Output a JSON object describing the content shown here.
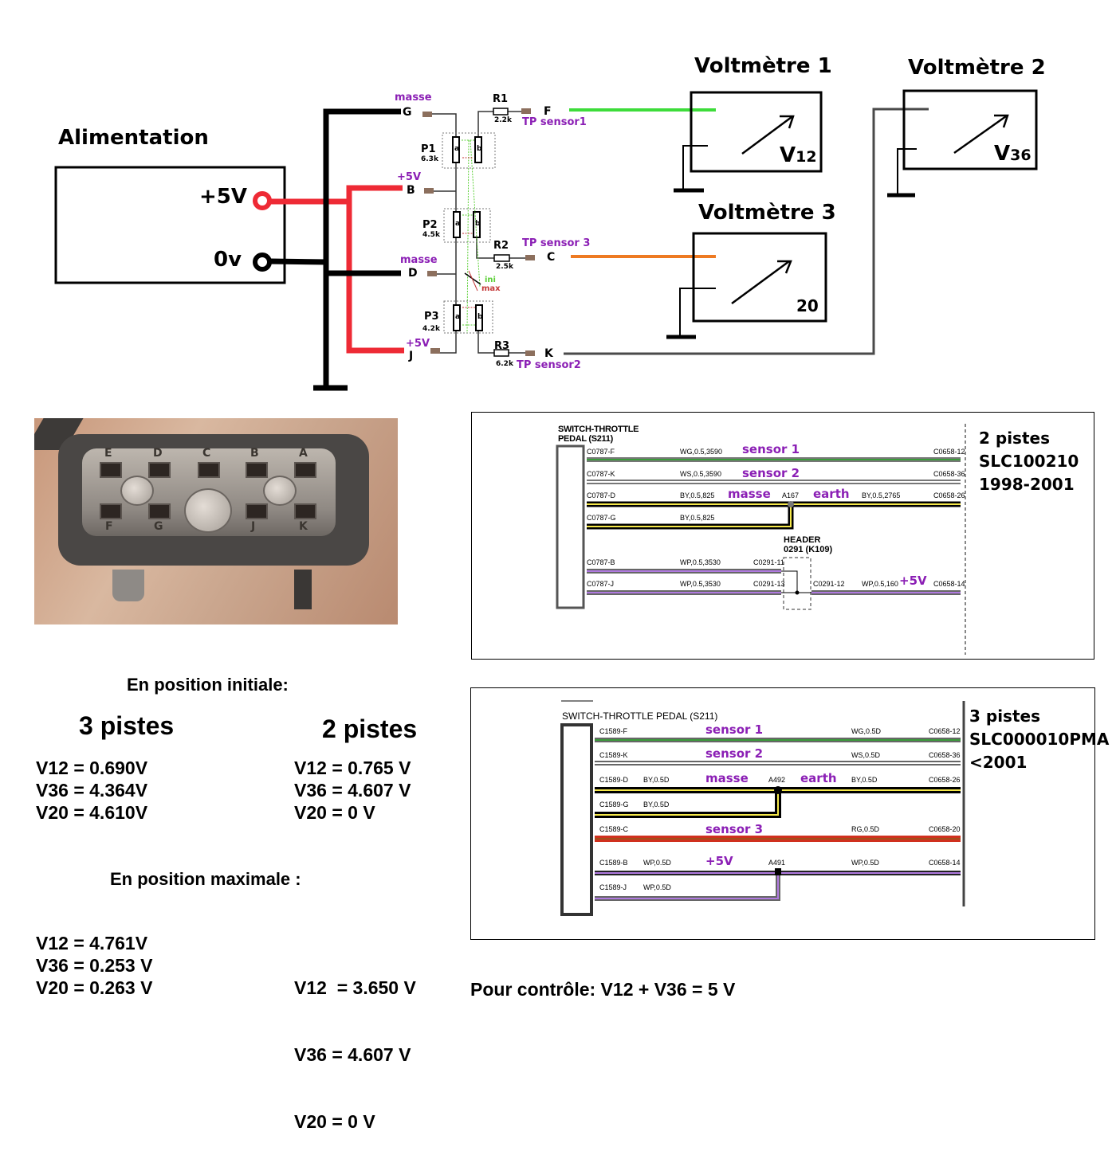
{
  "schematic": {
    "power_supply": {
      "title": "Alimentation",
      "plus_label": "+5V",
      "zero_label": "0v"
    },
    "connector_pins": [
      {
        "pin": "G",
        "tag": "masse"
      },
      {
        "pin": "B",
        "tag": "+5V"
      },
      {
        "pin": "D",
        "tag": "masse"
      },
      {
        "pin": "J",
        "tag": "+5V"
      },
      {
        "pin": "F",
        "tag": "TP sensor1"
      },
      {
        "pin": "C",
        "tag": "TP sensor 3"
      },
      {
        "pin": "K",
        "tag": "TP sensor2"
      }
    ],
    "potentiometers": [
      {
        "name": "P1",
        "value": "6.3k"
      },
      {
        "name": "P2",
        "value": "4.5k"
      },
      {
        "name": "P3",
        "value": "4.2k"
      }
    ],
    "pot_track_labels": {
      "a": "a",
      "b": "b"
    },
    "resistors": [
      {
        "name": "R1",
        "value": "2.2k"
      },
      {
        "name": "R2",
        "value": "2.5k"
      },
      {
        "name": "R3",
        "value": "6.2k"
      }
    ],
    "wiper_positions": {
      "initial": "ini",
      "maximum": "max"
    },
    "voltmeters": [
      {
        "title": "Voltmètre 1",
        "reading_label_main": "V",
        "reading_label_sub": "12",
        "wire_color": "#3ddc3a"
      },
      {
        "title": "Voltmètre 2",
        "reading_label_main": "V",
        "reading_label_sub": "36",
        "wire_color": "#4a4a4a"
      },
      {
        "title": "Voltmètre 3",
        "reading_label_main": "20",
        "reading_label_sub": "",
        "wire_color": "#ee7a22"
      }
    ],
    "colors": {
      "plus5v": "#ee2a35",
      "ground": "#000000",
      "annotation": "#8b1fb5",
      "ini": "#5ccf38",
      "max": "#c43a3a",
      "terminal": "#8c6f5d"
    }
  },
  "photo": {
    "caption": "Throttle pedal connector photo",
    "top_row_pins": [
      "E",
      "D",
      "C",
      "B",
      "A"
    ],
    "bottom_row_pins": [
      "F",
      "G",
      "J",
      "K"
    ]
  },
  "wiring_2_pistes": {
    "component": "SWITCH-THROTTLE PEDAL (S211)",
    "component_line1": "SWITCH-THROTTLE",
    "component_line2": "PEDAL (S211)",
    "note_lines": [
      "2 pistes",
      "SLC100210",
      "1998-2001"
    ],
    "wires": [
      {
        "from": "C0787-F",
        "spec": "WG,0.5,3590",
        "label": "sensor 1",
        "to": "C0658-12",
        "color": "#3a9c3a"
      },
      {
        "from": "C0787-K",
        "spec": "WS,0.5,3590",
        "label": "sensor 2",
        "to": "C0658-36",
        "color": "#d0d0d0"
      },
      {
        "from": "C0787-D",
        "spec": "BY,0.5,825",
        "label": "masse",
        "splice": "A167",
        "label2": "earth",
        "spec2": "BY,0.5,2765",
        "to": "C0658-26",
        "color": "#000000"
      },
      {
        "from": "C0787-G",
        "spec": "BY,0.5,825",
        "color": "#000000"
      },
      {
        "from": "C0787-B",
        "spec": "WP,0.5,3530",
        "to": "C0291-11",
        "color": "#a06ad0"
      },
      {
        "from": "C0787-J",
        "spec": "WP,0.5,3530",
        "to": "C0291-13",
        "color": "#a06ad0"
      },
      {
        "from": "C0291-12",
        "spec": "WP,0.5,160",
        "label": "+5V",
        "to": "C0658-14",
        "color": "#a06ad0"
      }
    ],
    "header_line1": "HEADER",
    "header_line2": "0291 (K109)"
  },
  "wiring_3_pistes": {
    "component": "SWITCH-THROTTLE PEDAL (S211)",
    "note_lines": [
      "3 pistes",
      "SLC000010PMA",
      "<2001"
    ],
    "wires": [
      {
        "from": "C1589-F",
        "label": "sensor 1",
        "spec": "WG,0.5D",
        "to": "C0658-12",
        "color": "#3a9c3a"
      },
      {
        "from": "C1589-K",
        "label": "sensor 2",
        "spec": "WS,0.5D",
        "to": "C0658-36",
        "color": "#d0d0d0"
      },
      {
        "from": "C1589-D",
        "spec_left": "BY,0.5D",
        "label": "masse",
        "splice": "A492",
        "label2": "earth",
        "spec": "BY,0.5D",
        "to": "C0658-26",
        "color": "#000000"
      },
      {
        "from": "C1589-G",
        "spec_left": "BY,0.5D",
        "color": "#000000"
      },
      {
        "from": "C1589-C",
        "label": "sensor 3",
        "spec": "RG,0.5D",
        "to": "C0658-20",
        "color": "#d0301e"
      },
      {
        "from": "C1589-B",
        "spec_left": "WP,0.5D",
        "label": "+5V",
        "splice": "A491",
        "spec": "WP,0.5D",
        "to": "C0658-14",
        "color": "#a06ad0"
      },
      {
        "from": "C1589-J",
        "spec_left": "WP,0.5D",
        "color": "#a06ad0"
      }
    ]
  },
  "measurements": {
    "initial_heading": "En position initiale:",
    "max_heading": "En position maximale :",
    "col3_heading": "3 pistes",
    "col2_heading": "2 pistes",
    "initial_3": [
      "V12 = 0.690V",
      "V36 = 4.364V",
      "V20 = 4.610V"
    ],
    "initial_2": [
      "V12 = 0.765 V",
      "V36 = 4.607 V",
      "V20 = 0 V"
    ],
    "max_3": [
      "V12 = 4.761V",
      "V36 = 0.253 V",
      "V20 = 0.263 V"
    ],
    "max_2": [
      "V12  = 3.650 V",
      "V36 = 4.607 V",
      "V20 = 0 V"
    ],
    "control_note": "Pour contrôle: V12 + V36 = 5 V"
  }
}
